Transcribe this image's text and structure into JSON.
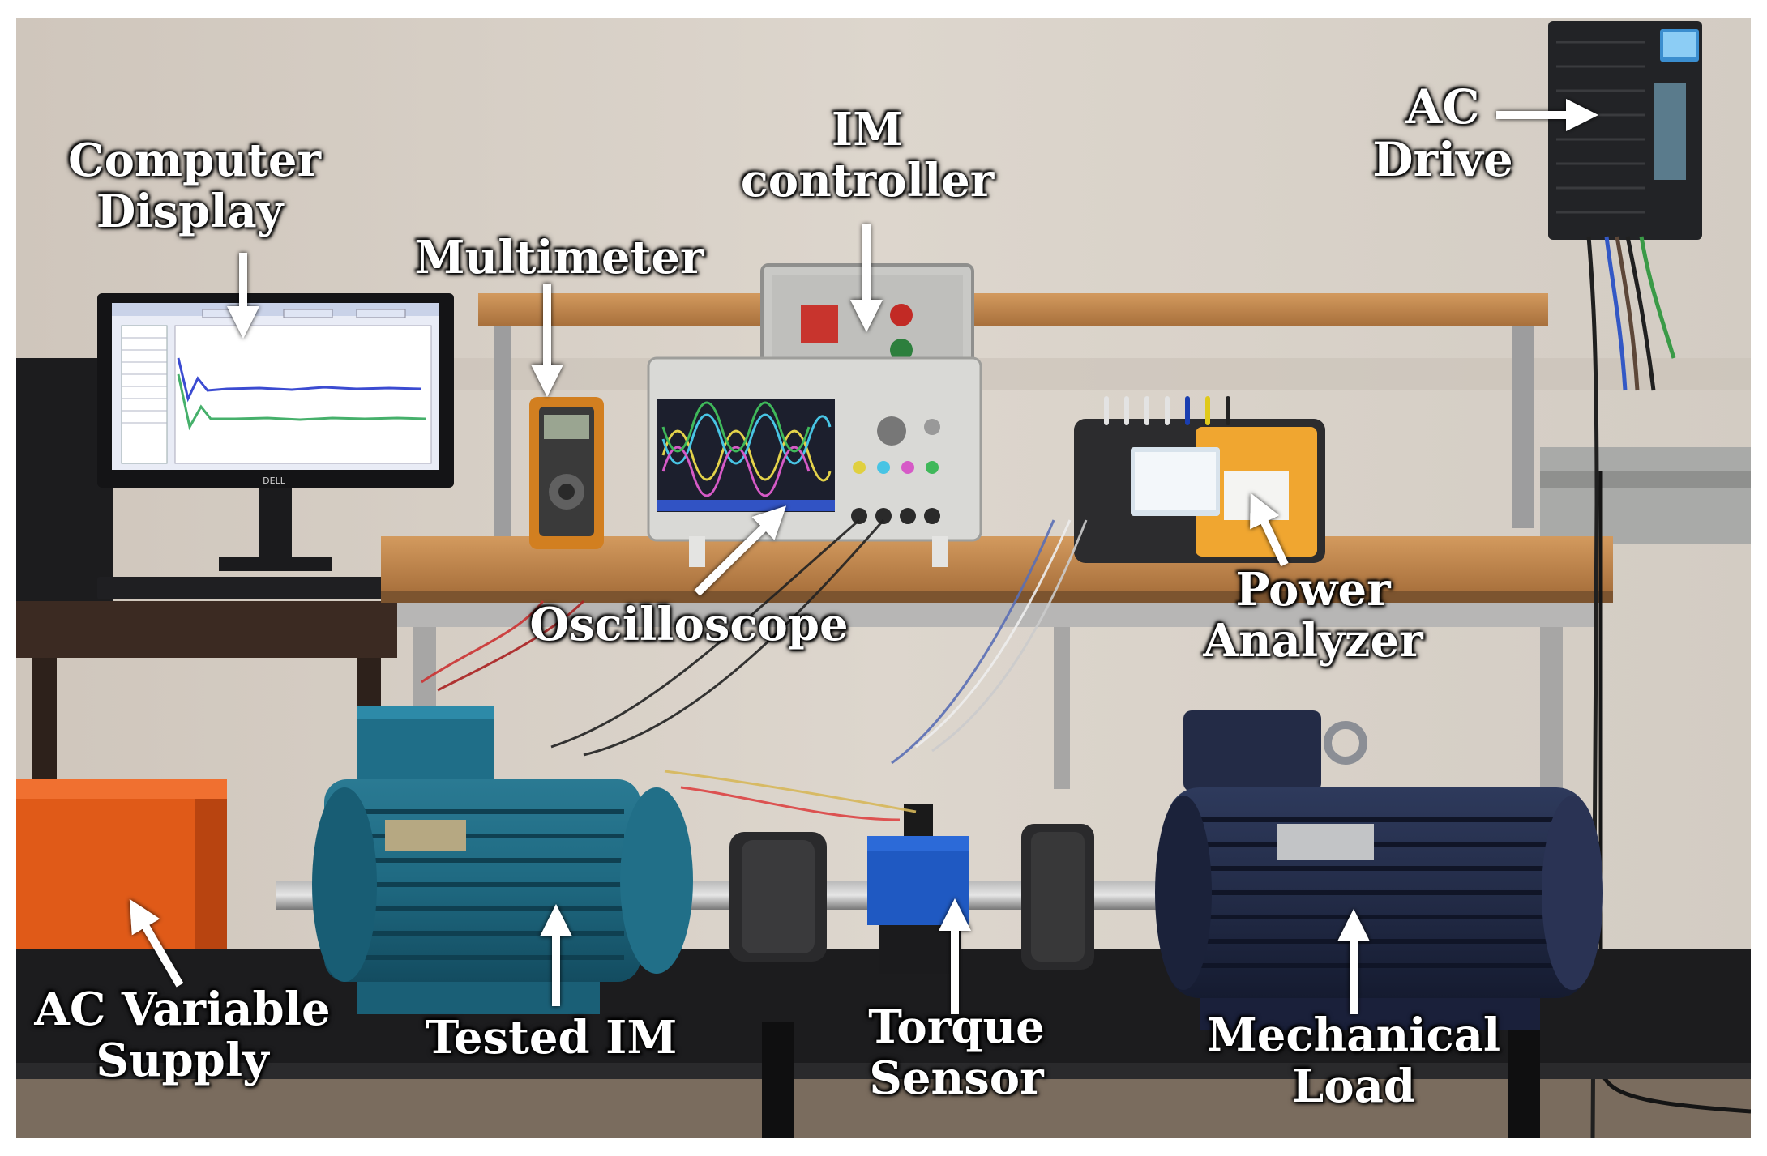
{
  "figure": {
    "labels": [
      {
        "line1": "Computer",
        "line2": "Display"
      },
      {
        "line1": "Multimeter",
        "line2": ""
      },
      {
        "line1": "IM",
        "line2": "controller"
      },
      {
        "line1": "AC",
        "line2": "Drive"
      },
      {
        "line1": "Oscilloscope",
        "line2": ""
      },
      {
        "line1": "Power",
        "line2": "Analyzer"
      },
      {
        "line1": "AC Variable",
        "line2": "Supply"
      },
      {
        "line1": "Tested IM",
        "line2": ""
      },
      {
        "line1": "Torque",
        "line2": "Sensor"
      },
      {
        "line1": "Mechanical",
        "line2": "Load"
      }
    ],
    "equipment_text": {
      "monitor_brand": "DELL"
    }
  }
}
